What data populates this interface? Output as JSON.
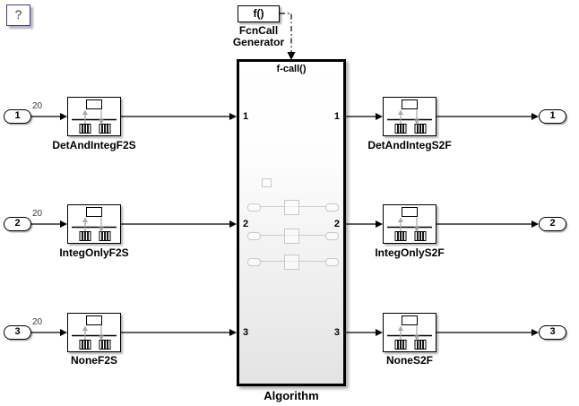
{
  "colors": {
    "background": "#ffffff",
    "line": "#000000",
    "help_border": "#3b3b9e",
    "ghost_gray": "#c8c8c8",
    "icon_arrow_gray": "#a8a8a8",
    "algorithm_fill_bottom": "#e3e3e3"
  },
  "help_button": {
    "label": "?"
  },
  "fcncall_generator": {
    "block_text": "f()",
    "label_line1": "FcnCall",
    "label_line2": "Generator"
  },
  "algorithm": {
    "name": "Algorithm",
    "trigger_port_label": "f-call()",
    "left_port_labels": [
      "1",
      "2",
      "3"
    ],
    "right_port_labels": [
      "1",
      "2",
      "3"
    ]
  },
  "rows": [
    {
      "inport": "1",
      "signal_width": "20",
      "left_block": "DetAndIntegF2S",
      "right_block": "DetAndIntegS2F",
      "outport": "1"
    },
    {
      "inport": "2",
      "signal_width": "20",
      "left_block": "IntegOnlyF2S",
      "right_block": "IntegOnlyS2F",
      "outport": "2"
    },
    {
      "inport": "3",
      "signal_width": "20",
      "left_block": "NoneF2S",
      "right_block": "NoneS2F",
      "outport": "3"
    }
  ]
}
